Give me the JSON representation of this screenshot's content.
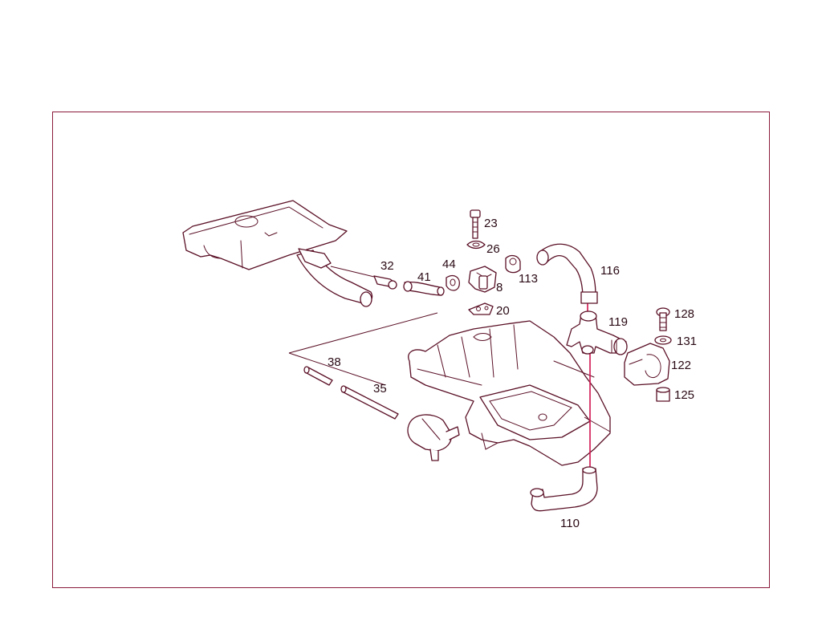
{
  "callouts": {
    "c23": "23",
    "c26": "26",
    "c32": "32",
    "c41": "41",
    "c44": "44",
    "c8": "8",
    "c113": "113",
    "c20": "20",
    "c116": "116",
    "c119": "119",
    "c128": "128",
    "c131": "131",
    "c122": "122",
    "c125": "125",
    "c38": "38",
    "c35": "35",
    "c110": "110"
  },
  "colors": {
    "frame": "#8b1a3c",
    "line_art": "#5a1026",
    "highlight_lead": "#d0134f"
  }
}
